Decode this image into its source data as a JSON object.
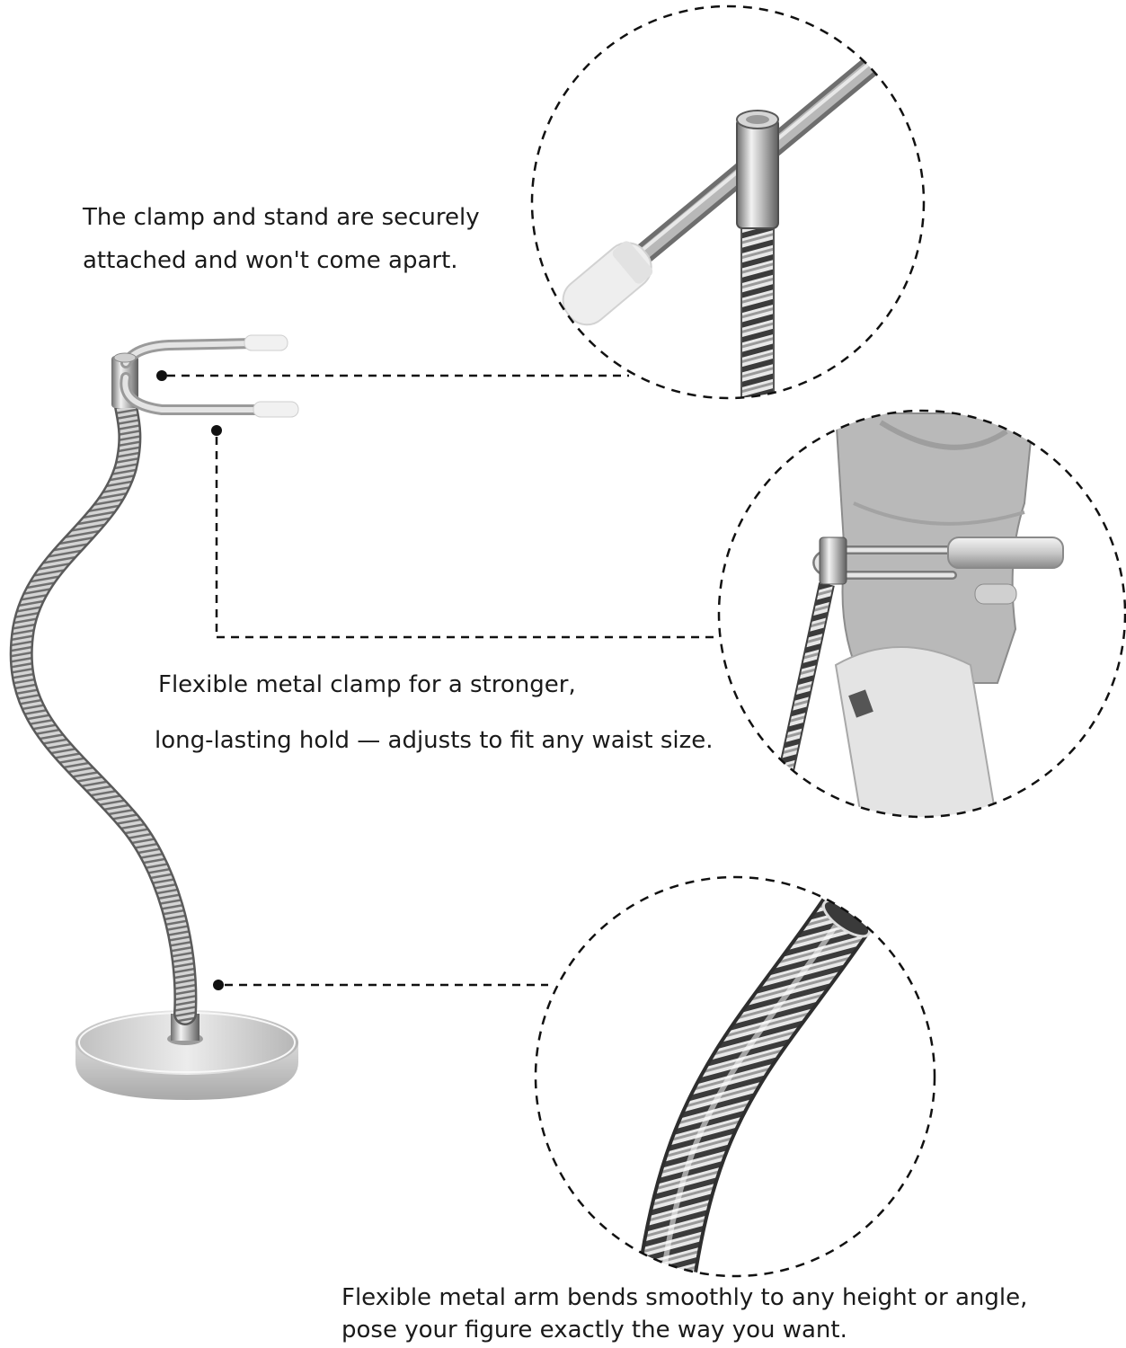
{
  "captions": {
    "clamp": {
      "line1": "The clamp and stand are securely",
      "line2": "attached and won't come apart."
    },
    "flex_clamp": {
      "line1": "Flexible metal clamp for a stronger,",
      "line2": "long-lasting hold — adjusts to fit any waist size."
    },
    "arm": {
      "line1": "Flexible metal arm bends smoothly to any height or angle,",
      "line2": "pose your figure exactly the way you want."
    }
  },
  "colors": {
    "text": "#1a1a1a",
    "callout_line": "#111111",
    "metal_light": "#e6e6e6",
    "metal_dark": "#7a7a7a",
    "rubber_tip": "#ececec",
    "figure_gray": "#b9b9b9"
  }
}
